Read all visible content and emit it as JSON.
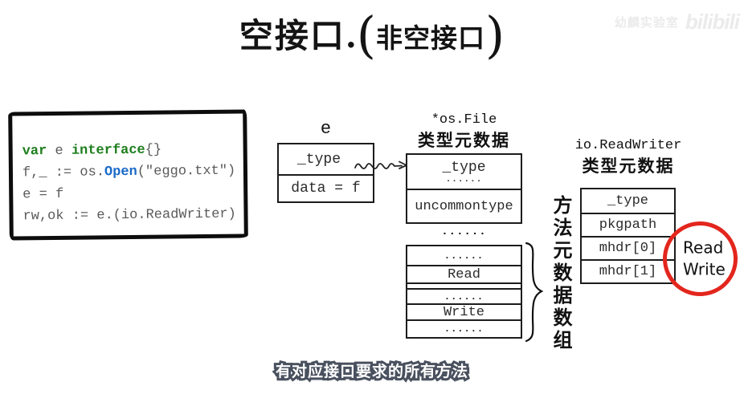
{
  "title": {
    "main": "空接口",
    "dot": ".",
    "paren_open": "(",
    "inner": "非空接口",
    "paren_close": ")"
  },
  "watermark": {
    "channel": "幼麟实验室",
    "logo": "bilibili"
  },
  "code": {
    "l1": {
      "kw1": "var",
      "mid": " e ",
      "kw2": "interface",
      "tail": "{}"
    },
    "l2": {
      "head": "f,_ := os.",
      "fn": "Open",
      "tail": "(\"eggo.txt\")"
    },
    "l3": "e = f",
    "l4": "rw,ok := e.(io.ReadWriter)"
  },
  "e_box": {
    "label": "e",
    "rows": [
      "_type",
      "data = f"
    ]
  },
  "osfile": {
    "name": "*os.File",
    "subtitle": "类型元数据",
    "row1": "_type",
    "row1_dots": "......",
    "row2": "uncommontype",
    "below_dots": "......"
  },
  "methods": {
    "rows": [
      "......",
      "Read",
      "",
      "......",
      "Write",
      "......"
    ],
    "brace_label": "方法元数据数组"
  },
  "readwriter": {
    "name": "io.ReadWriter",
    "subtitle": "类型元数据",
    "rows": [
      "_type",
      "pkgpath",
      "mhdr[0]",
      "mhdr[1]"
    ]
  },
  "circle": {
    "line1": "Read",
    "line2": "Write"
  },
  "subtitle": {
    "text": "有对应接口要求的所有方法"
  },
  "colors": {
    "keyword_green": "#1e7e1e",
    "function_blue": "#1a6ac9",
    "code_gray": "#5a5a5a",
    "circle_red": "#e3261d",
    "subtitle_fill": "#ffffff",
    "subtitle_outline": "#49505e"
  }
}
